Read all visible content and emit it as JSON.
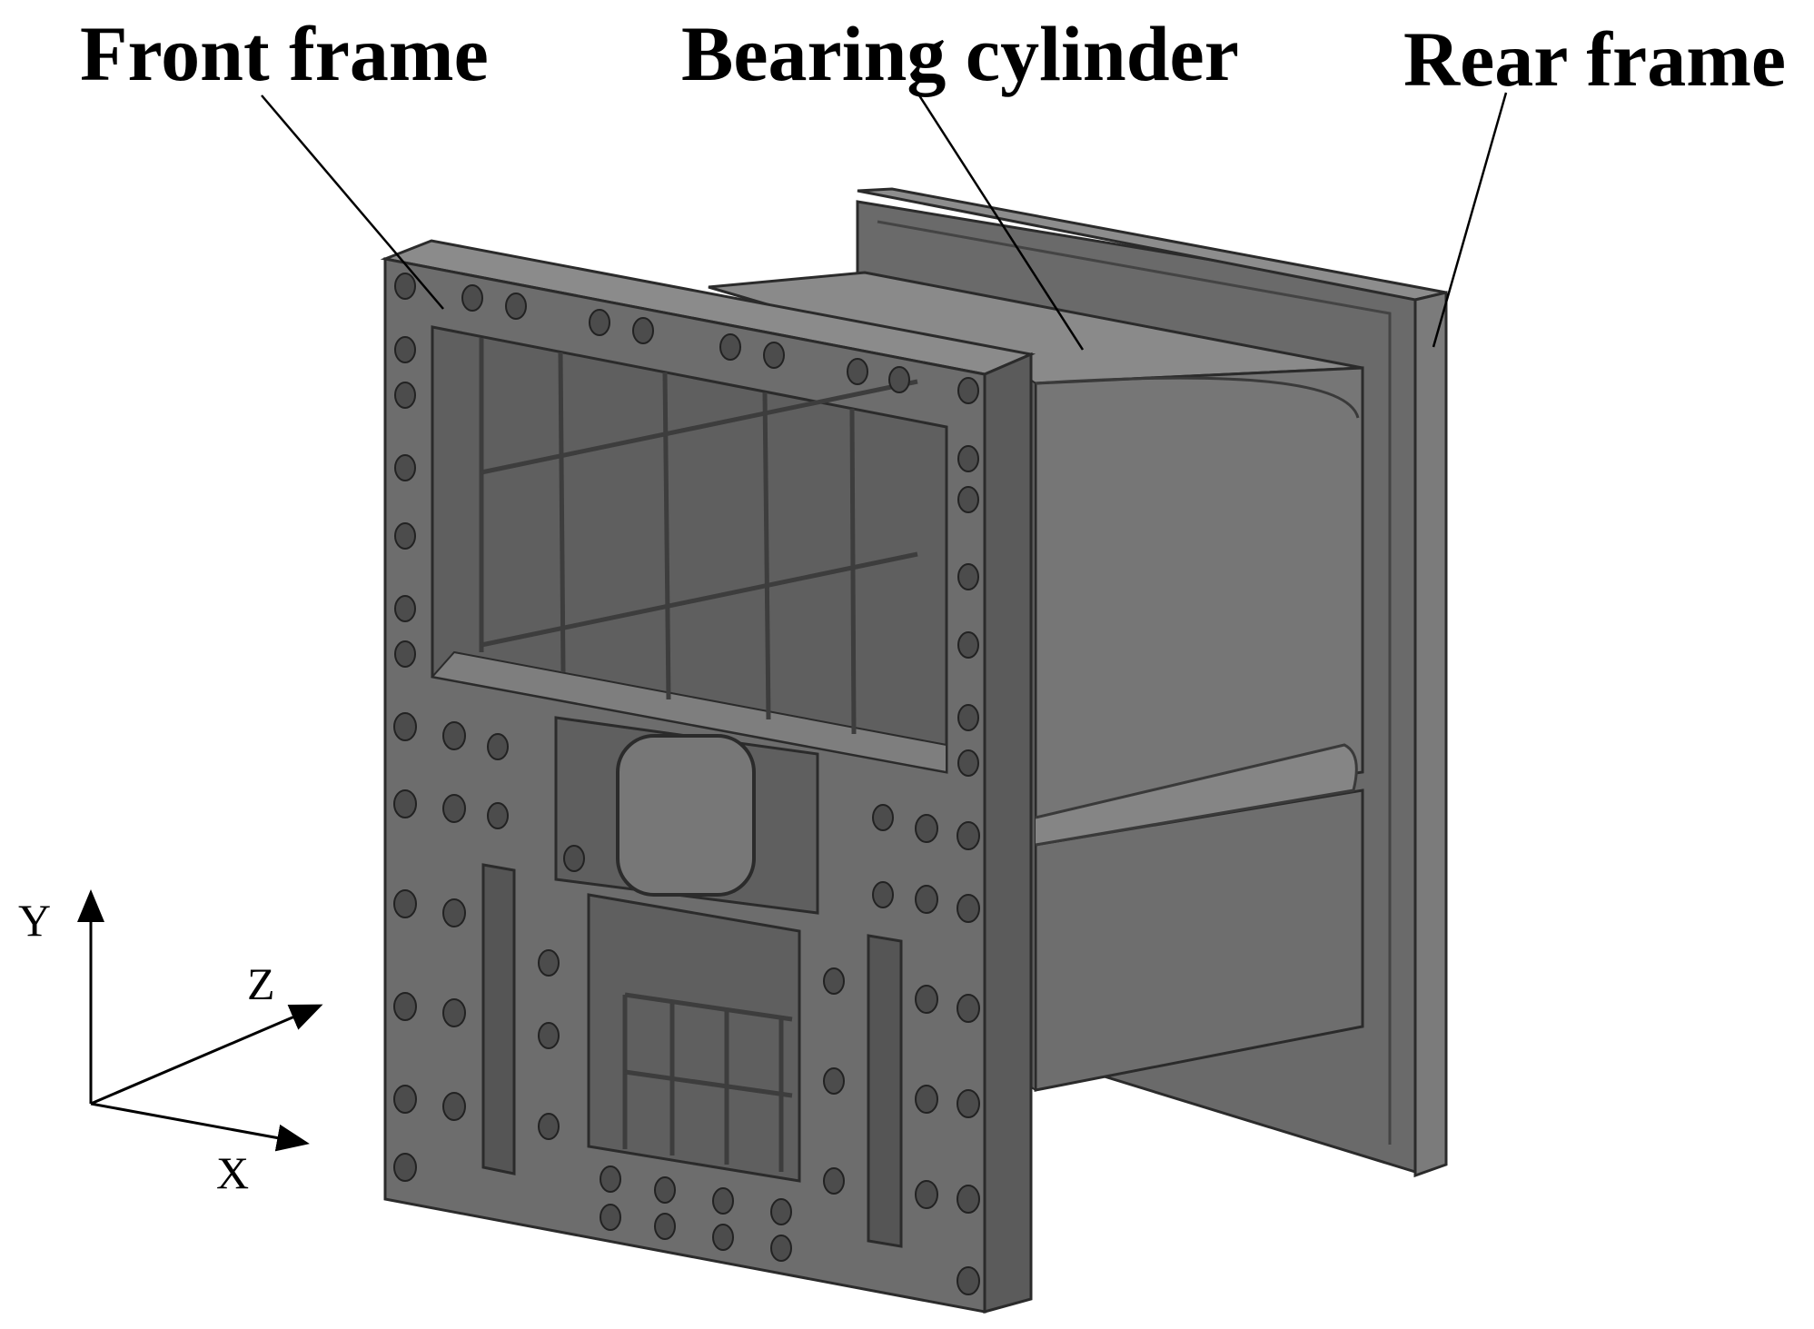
{
  "labels": {
    "front_frame": "Front frame",
    "bearing_cylinder": "Bearing cylinder",
    "rear_frame": "Rear frame"
  },
  "axes": {
    "y": "Y",
    "z": "Z",
    "x": "X"
  },
  "colors": {
    "background": "#ffffff",
    "frame_face": "#6d6d6d",
    "frame_top": "#8a8a8a",
    "frame_side": "#5a5a5a",
    "cylinder": "#727272",
    "cavity": "#5f5f5f",
    "edge": "#2b2b2b",
    "text": "#000000"
  }
}
